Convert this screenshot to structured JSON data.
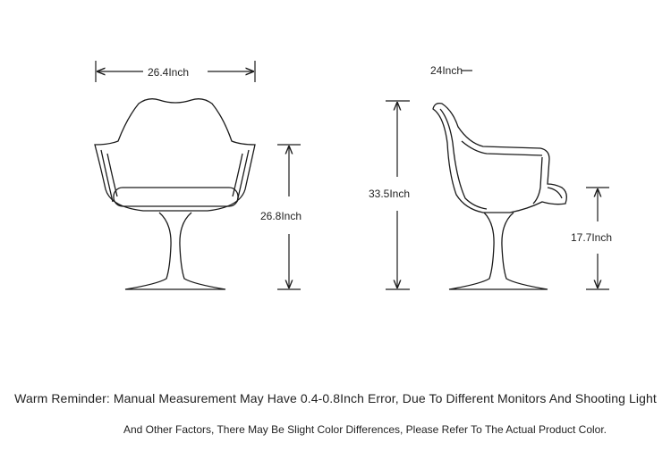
{
  "dimensions": {
    "front_width": "26.4Inch",
    "front_seat_height": "26.8Inch",
    "side_depth": "24Inch",
    "side_total_height": "33.5Inch",
    "side_arm_height": "17.7Inch"
  },
  "notes": {
    "line1": "Warm Reminder: Manual Measurement May Have 0.4-0.8Inch Error, Due To Different Monitors And Shooting Light",
    "line2": "And Other Factors, There May Be Slight Color Differences, Please Refer To The Actual Product Color."
  }
}
